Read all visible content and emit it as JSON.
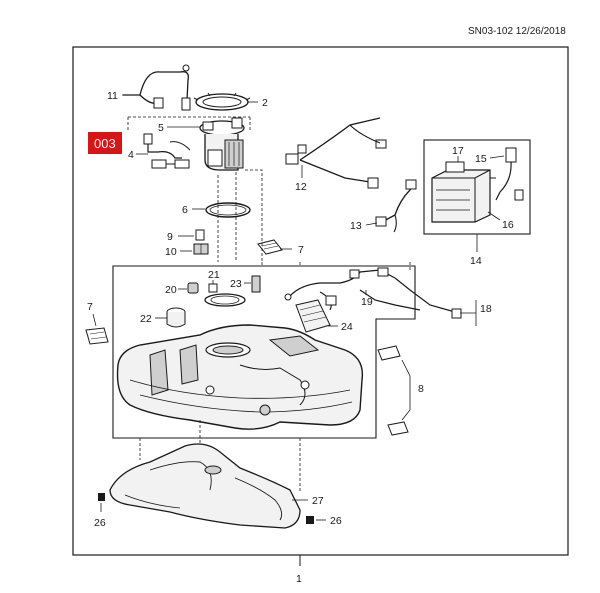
{
  "code": "SN03-102 12/26/2018",
  "badge": {
    "text": "003",
    "color": "#d81414"
  },
  "callouts": {
    "c1": "1",
    "c2": "2",
    "c4": "4",
    "c5": "5",
    "c6": "6",
    "c7a": "7",
    "c7b": "7",
    "c8": "8",
    "c9": "9",
    "c10": "10",
    "c11": "11",
    "c12": "12",
    "c13": "13",
    "c14": "14",
    "c15": "15",
    "c16": "16",
    "c17": "17",
    "c18": "18",
    "c19": "19",
    "c20": "20",
    "c21": "21",
    "c22": "22",
    "c23": "23",
    "c24": "24",
    "c26a": "26",
    "c26b": "26",
    "c27": "27"
  },
  "colors": {
    "line": "#1a1a1a",
    "part_fill": "#f2f2f2",
    "part_shade": "#cfcfcf"
  }
}
